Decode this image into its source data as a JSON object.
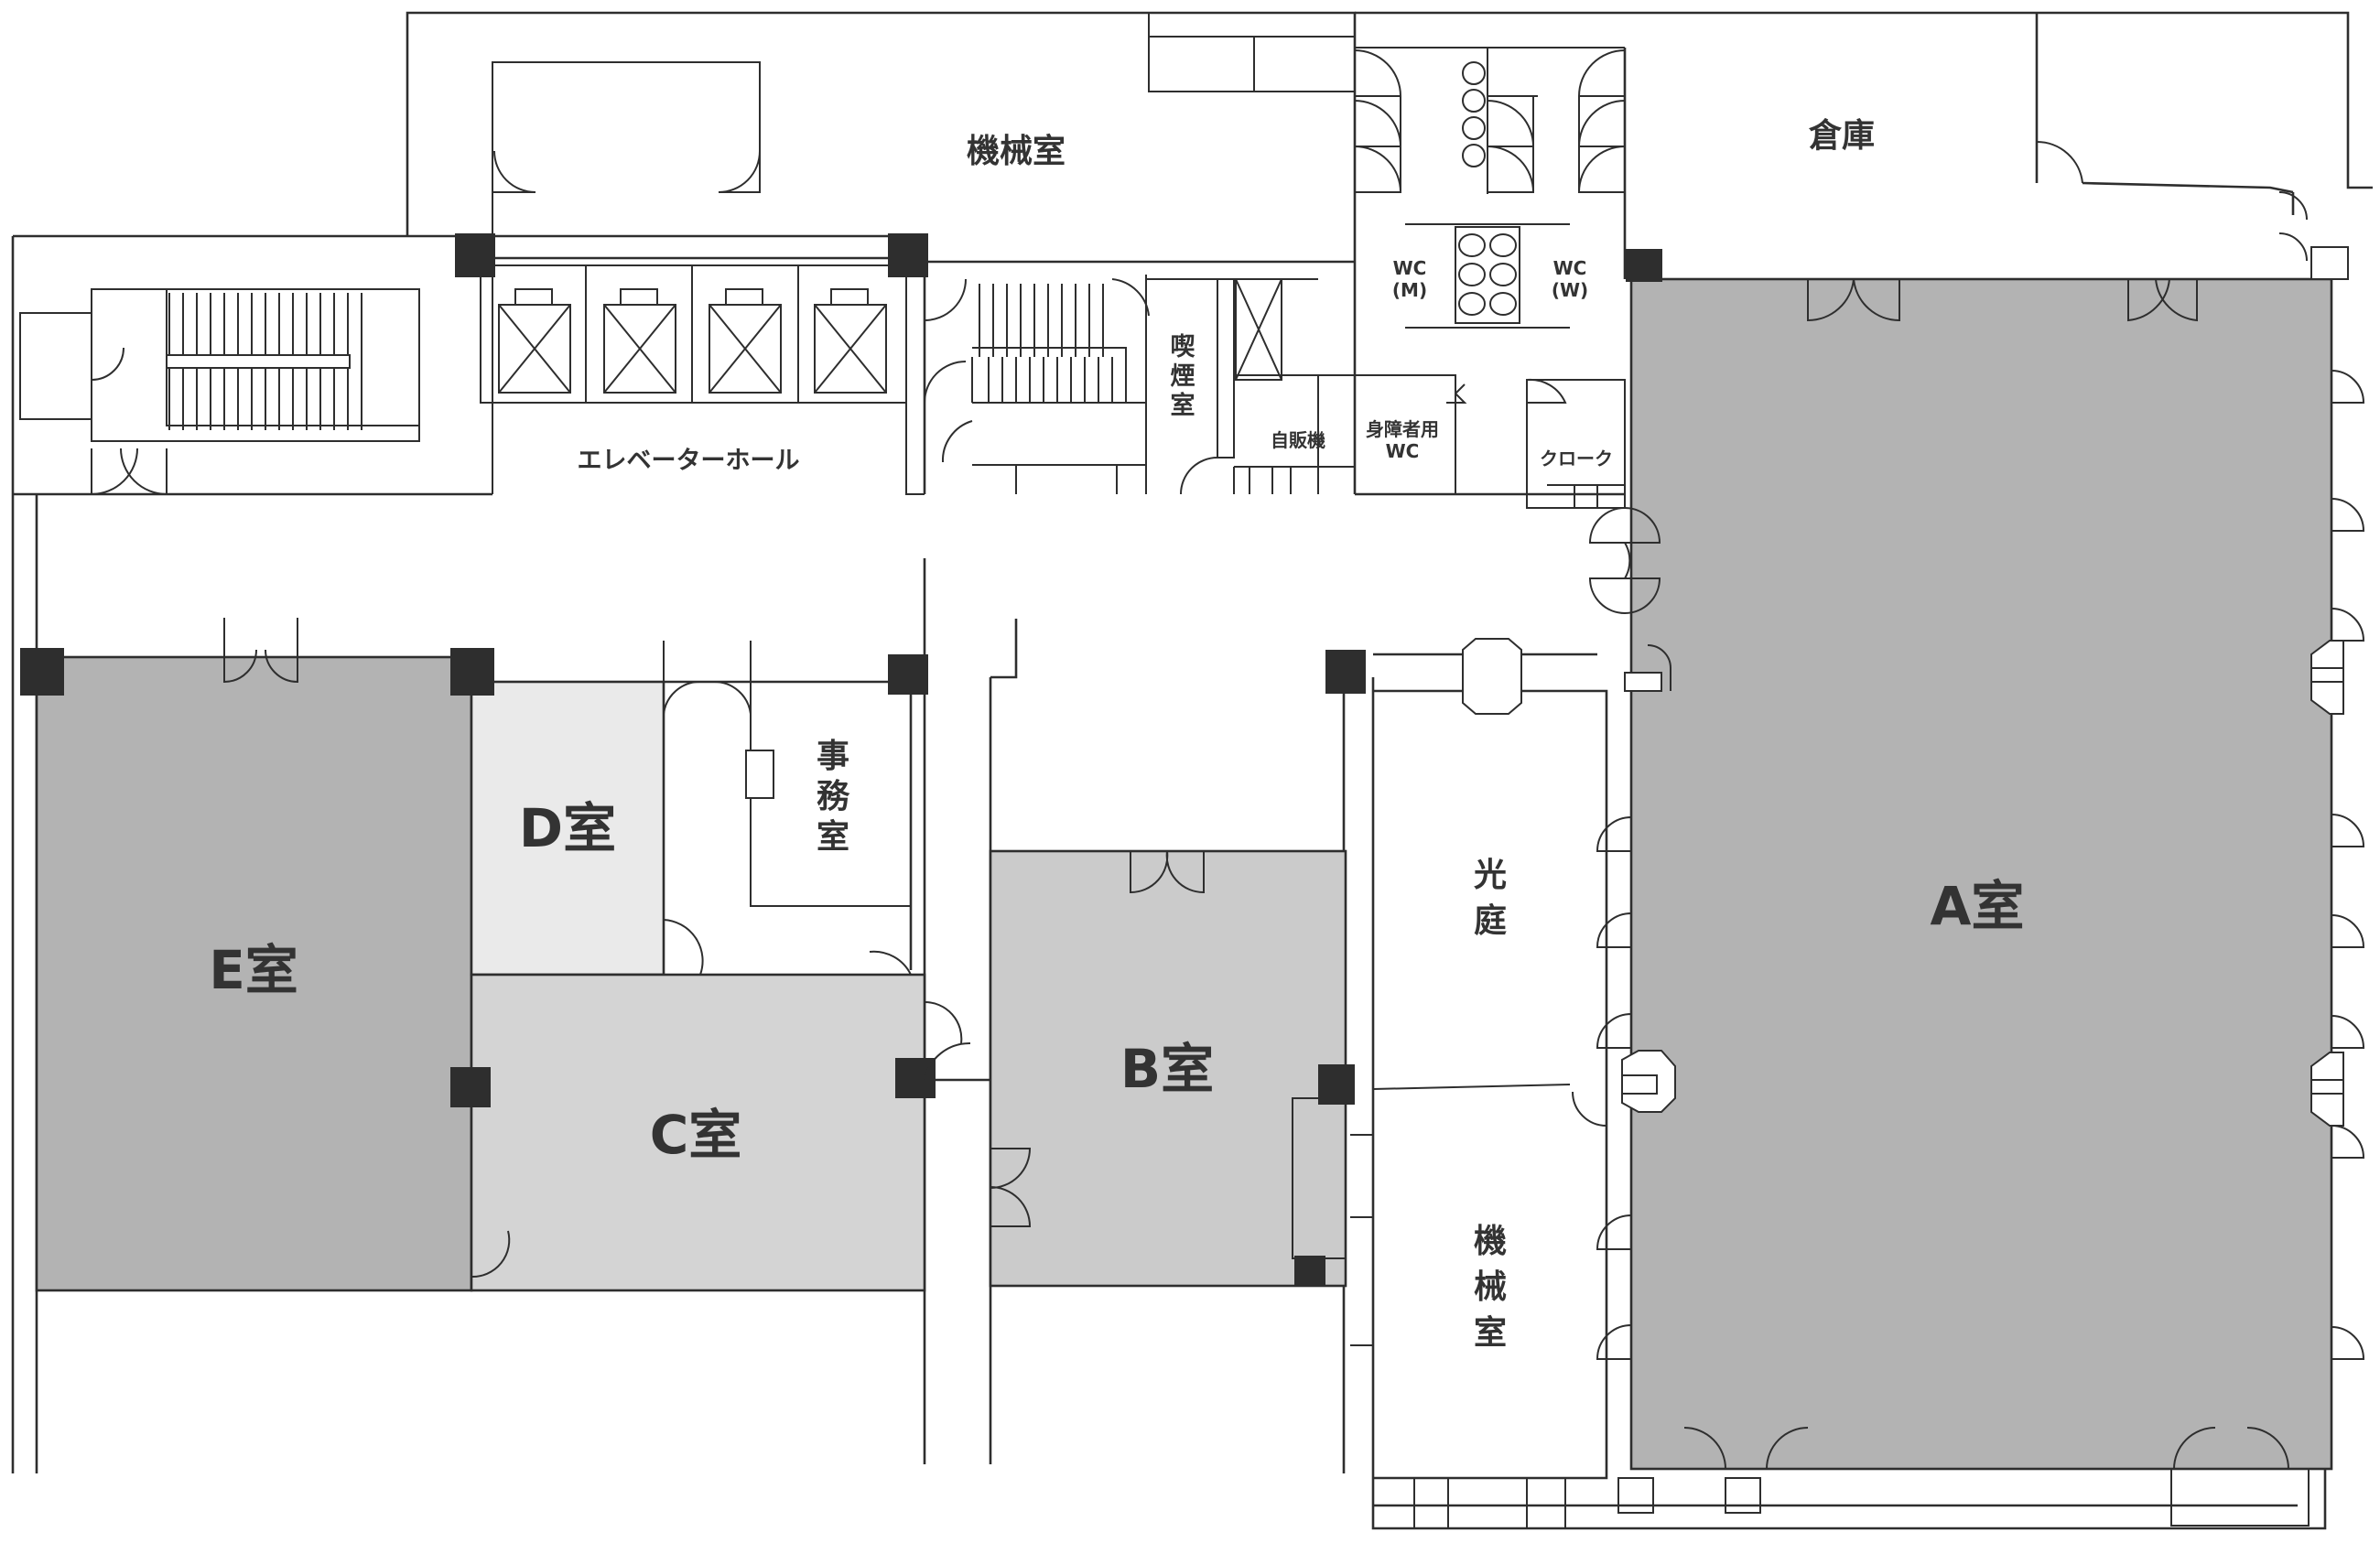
{
  "rooms": {
    "a": "A室",
    "b": "B室",
    "c": "C室",
    "d": "D室",
    "e": "E室"
  },
  "facilities": {
    "machine_room_top": "機械室",
    "storage": "倉庫",
    "elevator_hall": "エレベーターホール",
    "smoking_room": [
      "喫",
      "煙",
      "室"
    ],
    "vending": "自販機",
    "wc_men": [
      "WC",
      "(M)"
    ],
    "wc_women": [
      "WC",
      "(W)"
    ],
    "accessible_wc": [
      "身障者用",
      "WC"
    ],
    "cloak": "クローク",
    "office": [
      "事",
      "務",
      "室"
    ],
    "courtyard": [
      "光",
      "庭"
    ],
    "machine_room_side": [
      "機",
      "械",
      "室"
    ]
  },
  "colors": {
    "wall": "#2e2e2e",
    "room_a": "#b3b3b3",
    "room_b": "#cbcbcb",
    "room_c": "#d4d4d4",
    "room_d": "#eaeaea",
    "room_e": "#b3b3b3"
  }
}
